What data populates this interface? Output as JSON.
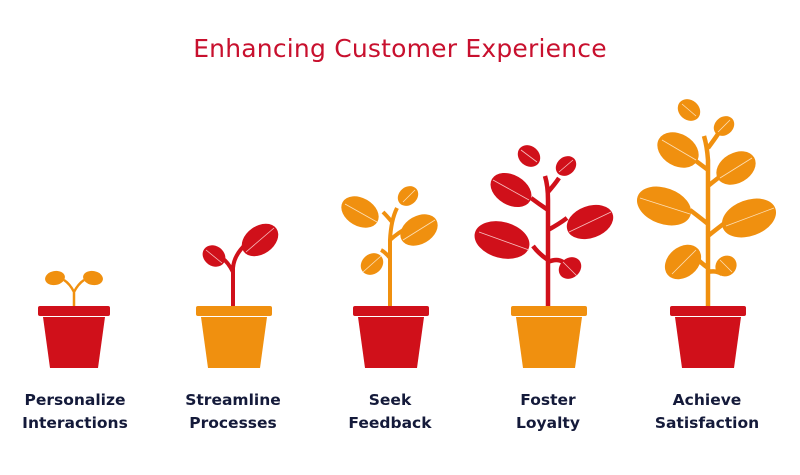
{
  "title": "Enhancing Customer Experience",
  "colors": {
    "red": "#d0101a",
    "orange": "#f0900f",
    "title": "#c8102e",
    "label": "#141a3a"
  },
  "steps": [
    {
      "line1": "Personalize",
      "line2": "Interactions",
      "pot_color": "red",
      "plant_color": "orange",
      "stage": "sprout"
    },
    {
      "line1": "Streamline",
      "line2": "Processes",
      "pot_color": "orange",
      "plant_color": "red",
      "stage": "seedling"
    },
    {
      "line1": "Seek",
      "line2": "Feedback",
      "pot_color": "red",
      "plant_color": "orange",
      "stage": "young plant"
    },
    {
      "line1": "Foster",
      "line2": "Loyalty",
      "pot_color": "orange",
      "plant_color": "red",
      "stage": "growing plant"
    },
    {
      "line1": "Achieve",
      "line2": "Satisfaction",
      "pot_color": "red",
      "plant_color": "orange",
      "stage": "mature plant"
    }
  ]
}
